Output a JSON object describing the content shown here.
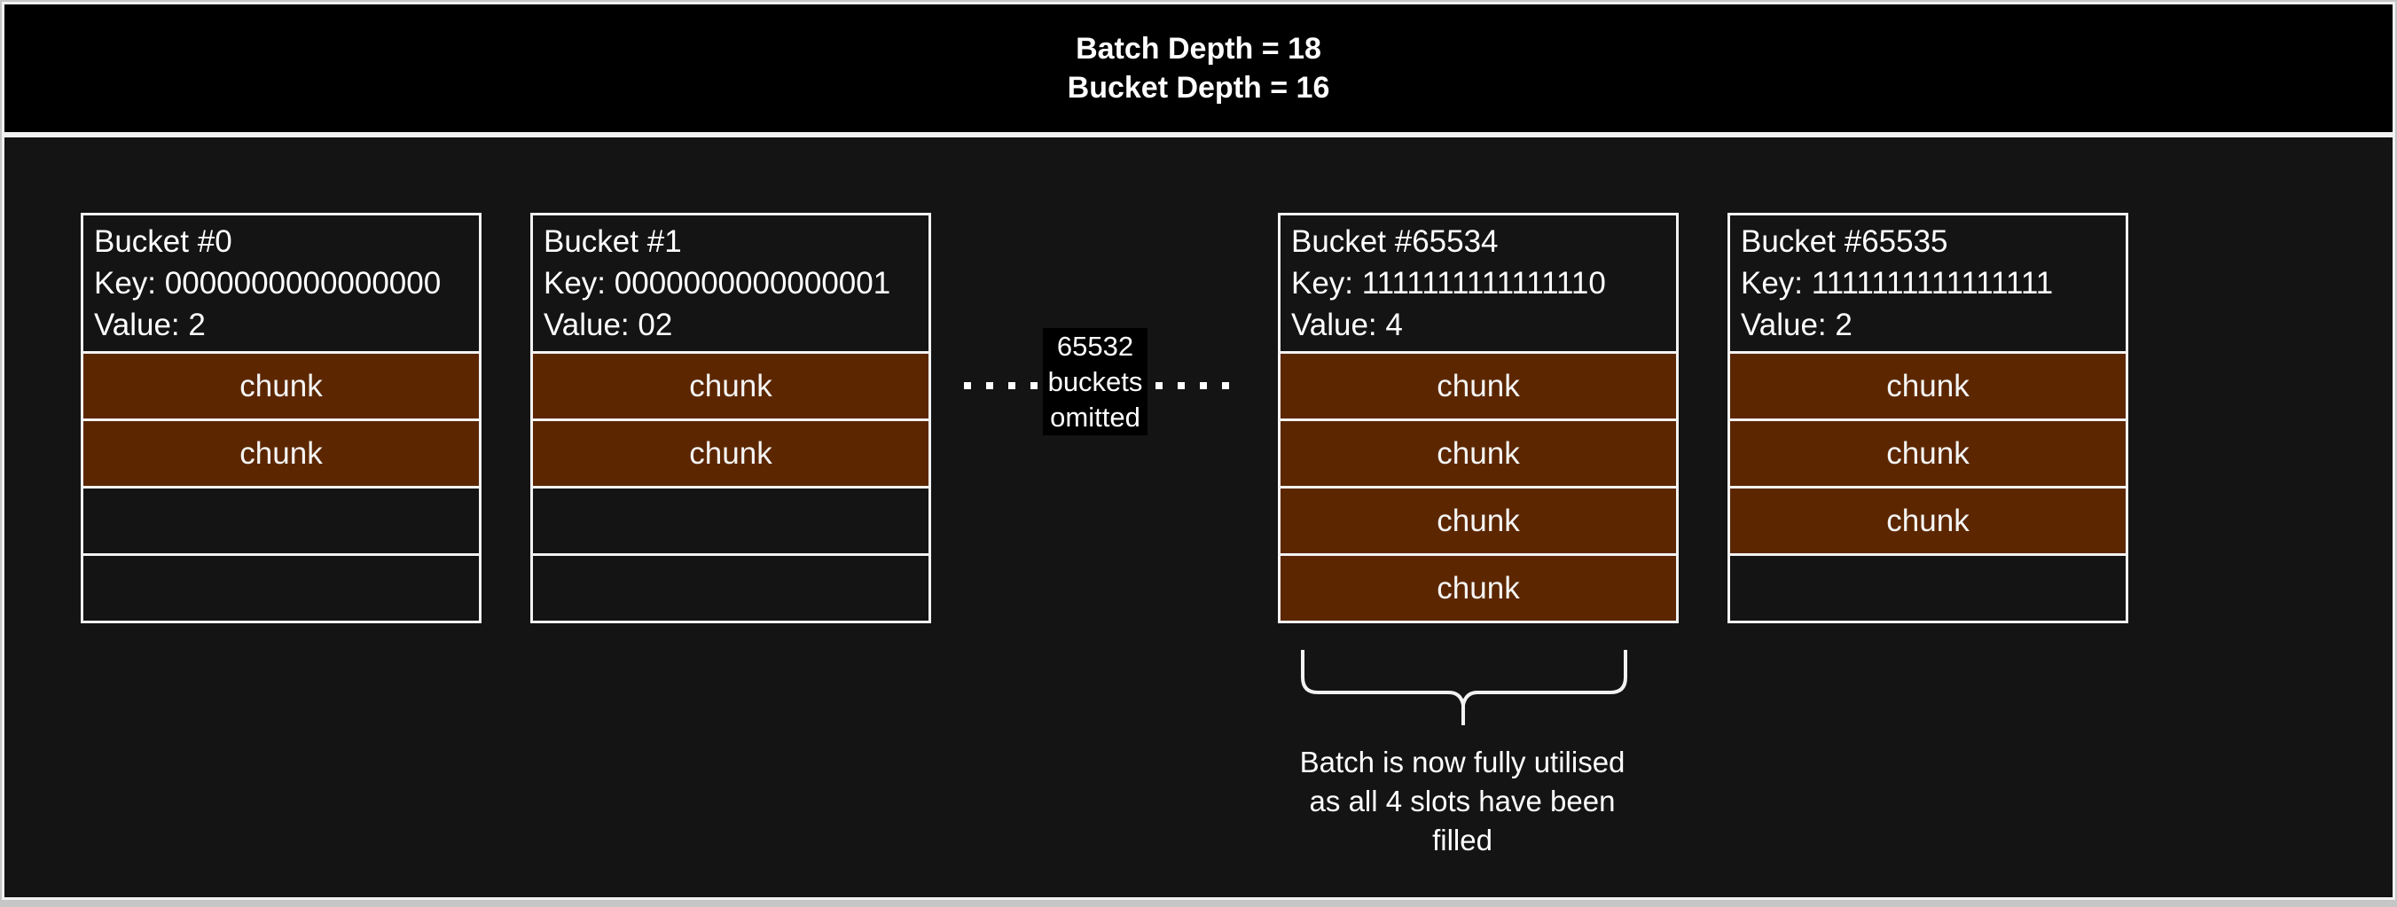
{
  "header": {
    "line1": "Batch Depth = 18",
    "line2": "Bucket Depth = 16"
  },
  "buckets": [
    {
      "title": "Bucket #0",
      "key": "Key: 0000000000000000",
      "value": "Value: 2",
      "chunks": [
        {
          "label": "chunk",
          "filled": true
        },
        {
          "label": "chunk",
          "filled": true
        },
        {
          "label": "",
          "filled": false
        },
        {
          "label": "",
          "filled": false
        }
      ]
    },
    {
      "title": "Bucket #1",
      "key": "Key: 0000000000000001",
      "value": "Value: 02",
      "chunks": [
        {
          "label": "chunk",
          "filled": true
        },
        {
          "label": "chunk",
          "filled": true
        },
        {
          "label": "",
          "filled": false
        },
        {
          "label": "",
          "filled": false
        }
      ]
    },
    {
      "title": "Bucket #65534",
      "key": "Key: 1111111111111110",
      "value": "Value: 4",
      "chunks": [
        {
          "label": "chunk",
          "filled": true
        },
        {
          "label": "chunk",
          "filled": true
        },
        {
          "label": "chunk",
          "filled": true
        },
        {
          "label": "chunk",
          "filled": true
        }
      ]
    },
    {
      "title": "Bucket #65535",
      "key": "Key: 1111111111111111",
      "value": "Value: 2",
      "chunks": [
        {
          "label": "chunk",
          "filled": true
        },
        {
          "label": "chunk",
          "filled": true
        },
        {
          "label": "chunk",
          "filled": true
        },
        {
          "label": "",
          "filled": false
        }
      ]
    }
  ],
  "omitted_label": "65532 buckets omitted",
  "caption": {
    "lines": [
      "Batch is now fully utilised",
      "as all 4 slots have been",
      "filled"
    ]
  },
  "colors": {
    "chunk_fill": "#5c2700",
    "border": "#f2f2f2",
    "header_bg": "#000000",
    "canvas_bg": "#141414",
    "page_edge": "#c6c6c6"
  }
}
